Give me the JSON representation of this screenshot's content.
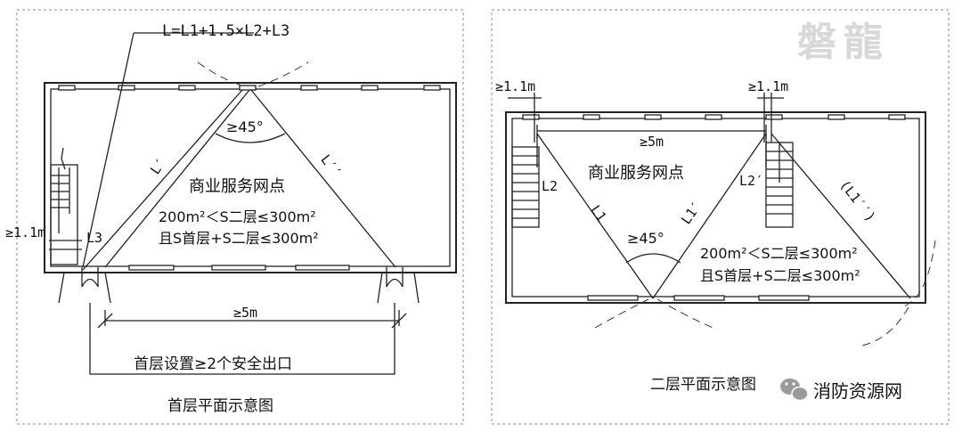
{
  "left": {
    "formula": "L=L1+1.5×L2+L3",
    "title": "首层平面示意图",
    "area_label": "商业服务网点",
    "cond1": "200m²＜S二层≤300m²",
    "cond2": "且S首层+S二层≤300m²",
    "angle": "≥45°",
    "diag_left": "L′",
    "diag_right": "L′′",
    "dim_side": "≥1.1m",
    "label_l3": "L3",
    "dim_bottom": "≥5m",
    "exit_note": "首层设置≥2个安全出口"
  },
  "right": {
    "title": "二层平面示意图",
    "area_label": "商业服务网点",
    "cond1": "200m²＜S二层≤300m²",
    "cond2": "且S首层+S二层≤300m²",
    "angle": "≥45°",
    "dim_left": "≥1.1m",
    "dim_right": "≥1.1m",
    "dim_top": "≥5m",
    "label_l2_left": "L2",
    "label_l2_right": "L2′",
    "label_l1": "L1",
    "label_l1p": "L1′",
    "label_l1pp": "(L1′′)"
  },
  "watermark": "磐龍",
  "brand": "消防资源网",
  "brand_icon": "wechat-icon"
}
